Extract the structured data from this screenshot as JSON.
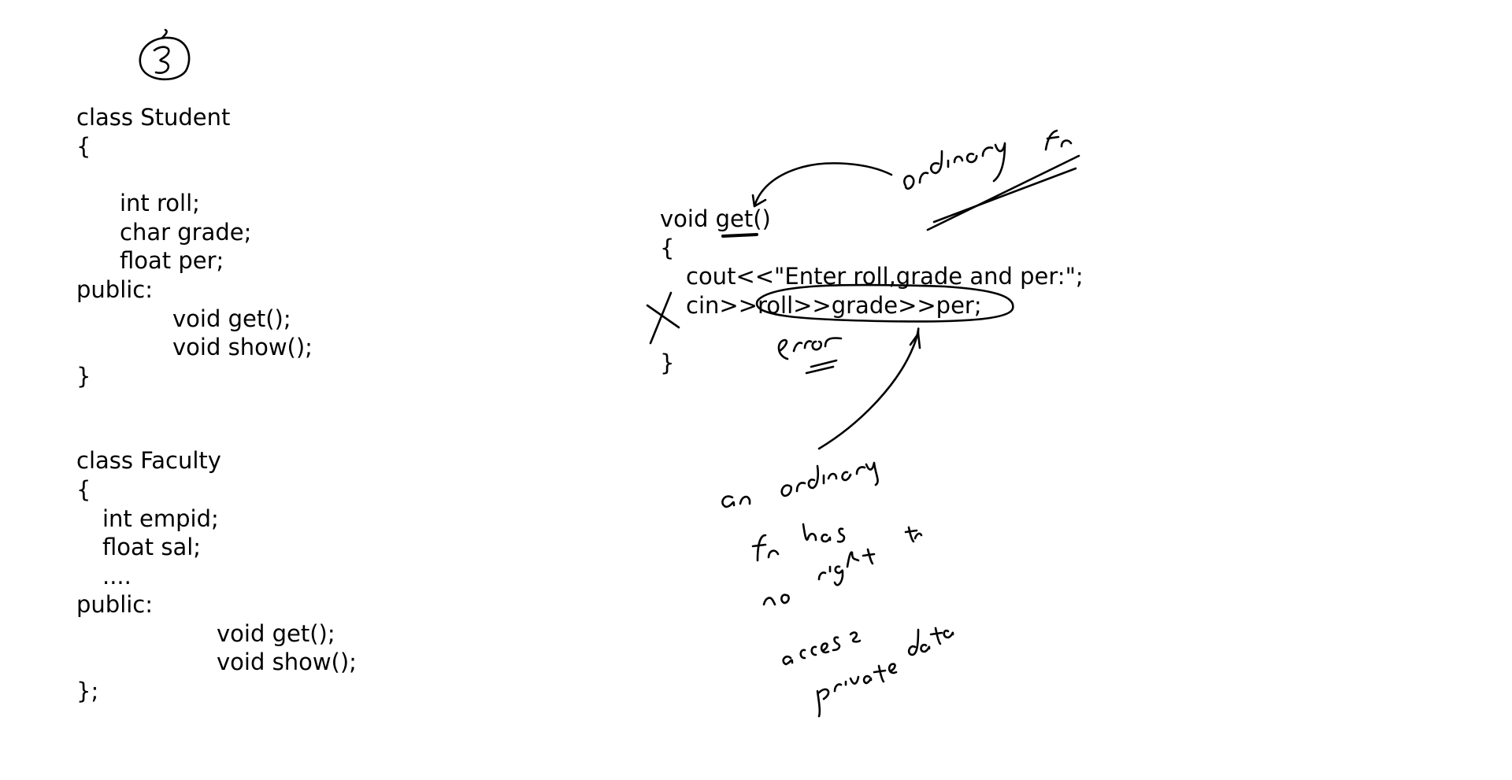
{
  "page_number": "3",
  "student_class": {
    "lines": [
      "class Student",
      "{",
      "int roll;",
      "char grade;",
      "float per;",
      "public:",
      "void get();",
      "void show();",
      "}"
    ]
  },
  "faculty_class": {
    "lines": [
      "class Faculty",
      "{",
      "int empid;",
      "float sal;",
      "....",
      "public:",
      "void get();",
      "void show();",
      "};"
    ]
  },
  "get_function": {
    "lines": [
      "void get()",
      "{",
      "cout<<\"Enter roll,grade and per:\";",
      "cin>>roll>>grade>>per;",
      "}"
    ]
  },
  "annotations": {
    "ordinary_fn": "ordinary fn",
    "error": "error",
    "note_lines": [
      "an ordinary",
      "fn has",
      "no right to",
      "access",
      "private data"
    ]
  }
}
